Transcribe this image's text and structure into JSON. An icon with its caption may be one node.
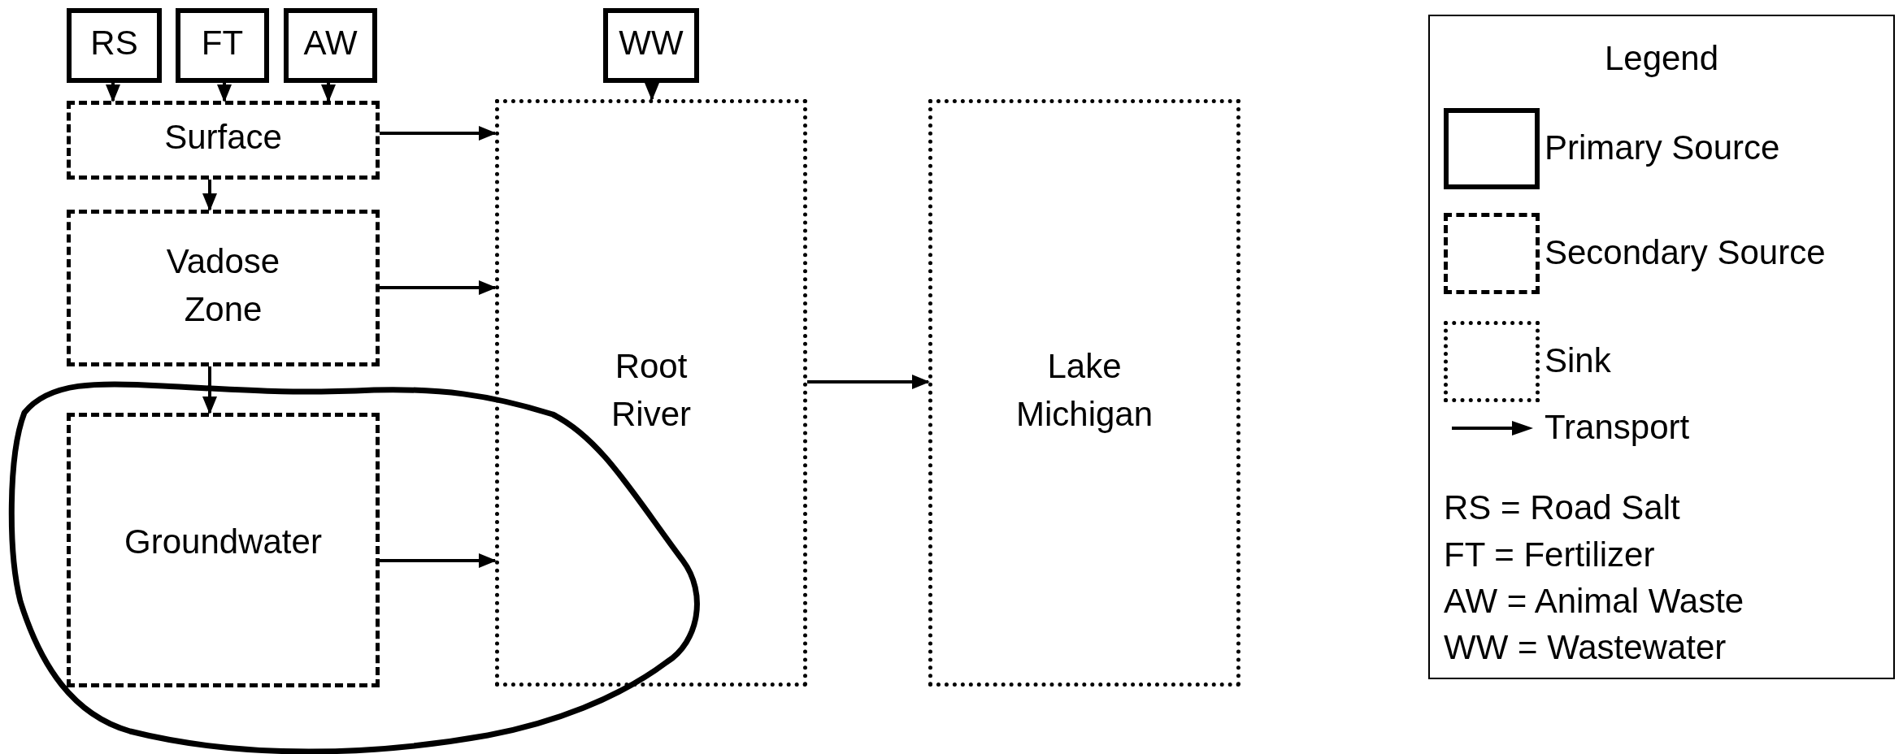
{
  "diagram": {
    "nodes": [
      {
        "text": [
          "RS"
        ]
      },
      {
        "text": [
          "FT"
        ]
      },
      {
        "text": [
          "AW"
        ]
      },
      {
        "text": [
          "WW"
        ]
      },
      {
        "text": [
          "Surface"
        ]
      },
      {
        "text": [
          "Vadose Zone"
        ]
      },
      {
        "text": [
          "Groundwater"
        ]
      },
      {
        "text": [
          "Root River"
        ]
      },
      {
        "text": [
          "Lake Michigan"
        ]
      }
    ],
    "edges": [
      {
        "from": 0,
        "to": 4,
        "arrow": "to"
      },
      {
        "from": 1,
        "to": 4,
        "arrow": "to"
      },
      {
        "from": 2,
        "to": 4,
        "arrow": "to"
      },
      {
        "from": 3,
        "to": 7,
        "arrow": "to"
      },
      {
        "from": 4,
        "to": 7,
        "arrow": "to"
      },
      {
        "from": 4,
        "to": 5,
        "arrow": "to"
      },
      {
        "from": 5,
        "to": 7,
        "arrow": "to"
      },
      {
        "from": 5,
        "to": 6,
        "arrow": "to"
      },
      {
        "from": 6,
        "to": 7,
        "arrow": "to"
      },
      {
        "from": 7,
        "to": 8,
        "arrow": "to"
      }
    ],
    "labels": [
      "Legend",
      "RS = Road Salt",
      "FT = Fertilizer",
      "AW = Animal Waste",
      "WW = Wastewater"
    ],
    "legend": [
      {
        "text": "Primary Source"
      },
      {
        "text": "Secondary Source"
      },
      {
        "text": "Sink"
      },
      {
        "text": "Transport"
      }
    ]
  }
}
